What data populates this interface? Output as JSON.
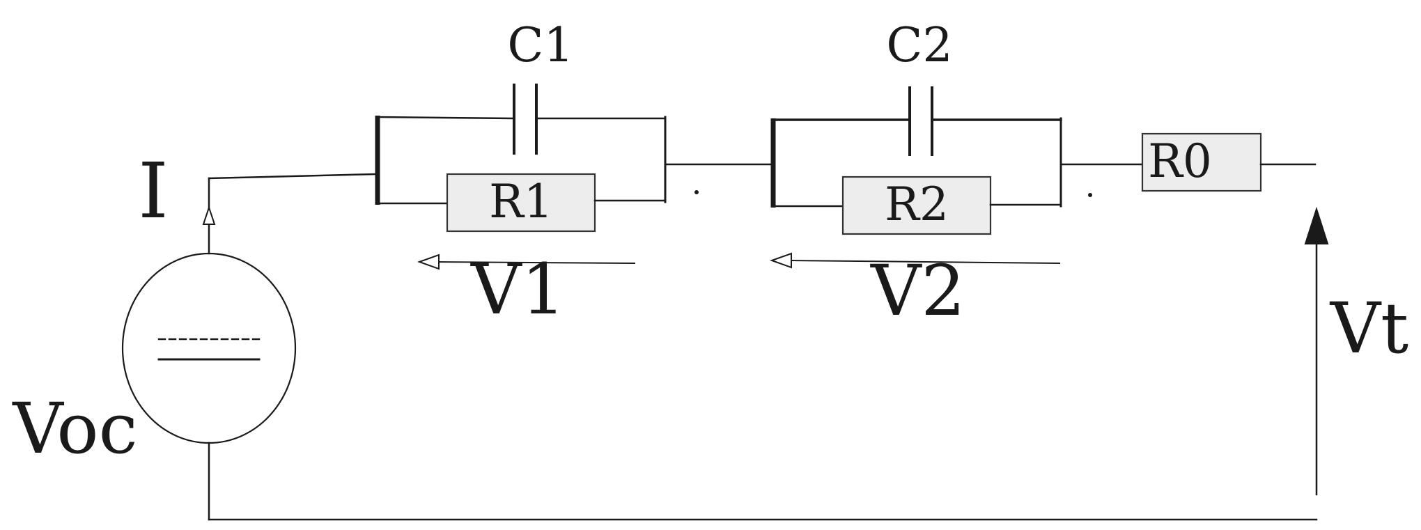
{
  "labels": {
    "current": "I",
    "source": "Voc",
    "terminal": "Vt",
    "c1": "C1",
    "c2": "C2",
    "r1": "R1",
    "r2": "R2",
    "r0": "R0",
    "v1": "V1",
    "v2": "V2"
  },
  "colors": {
    "wire": "#1a1a1a",
    "resistor_fill": "#ededed"
  }
}
